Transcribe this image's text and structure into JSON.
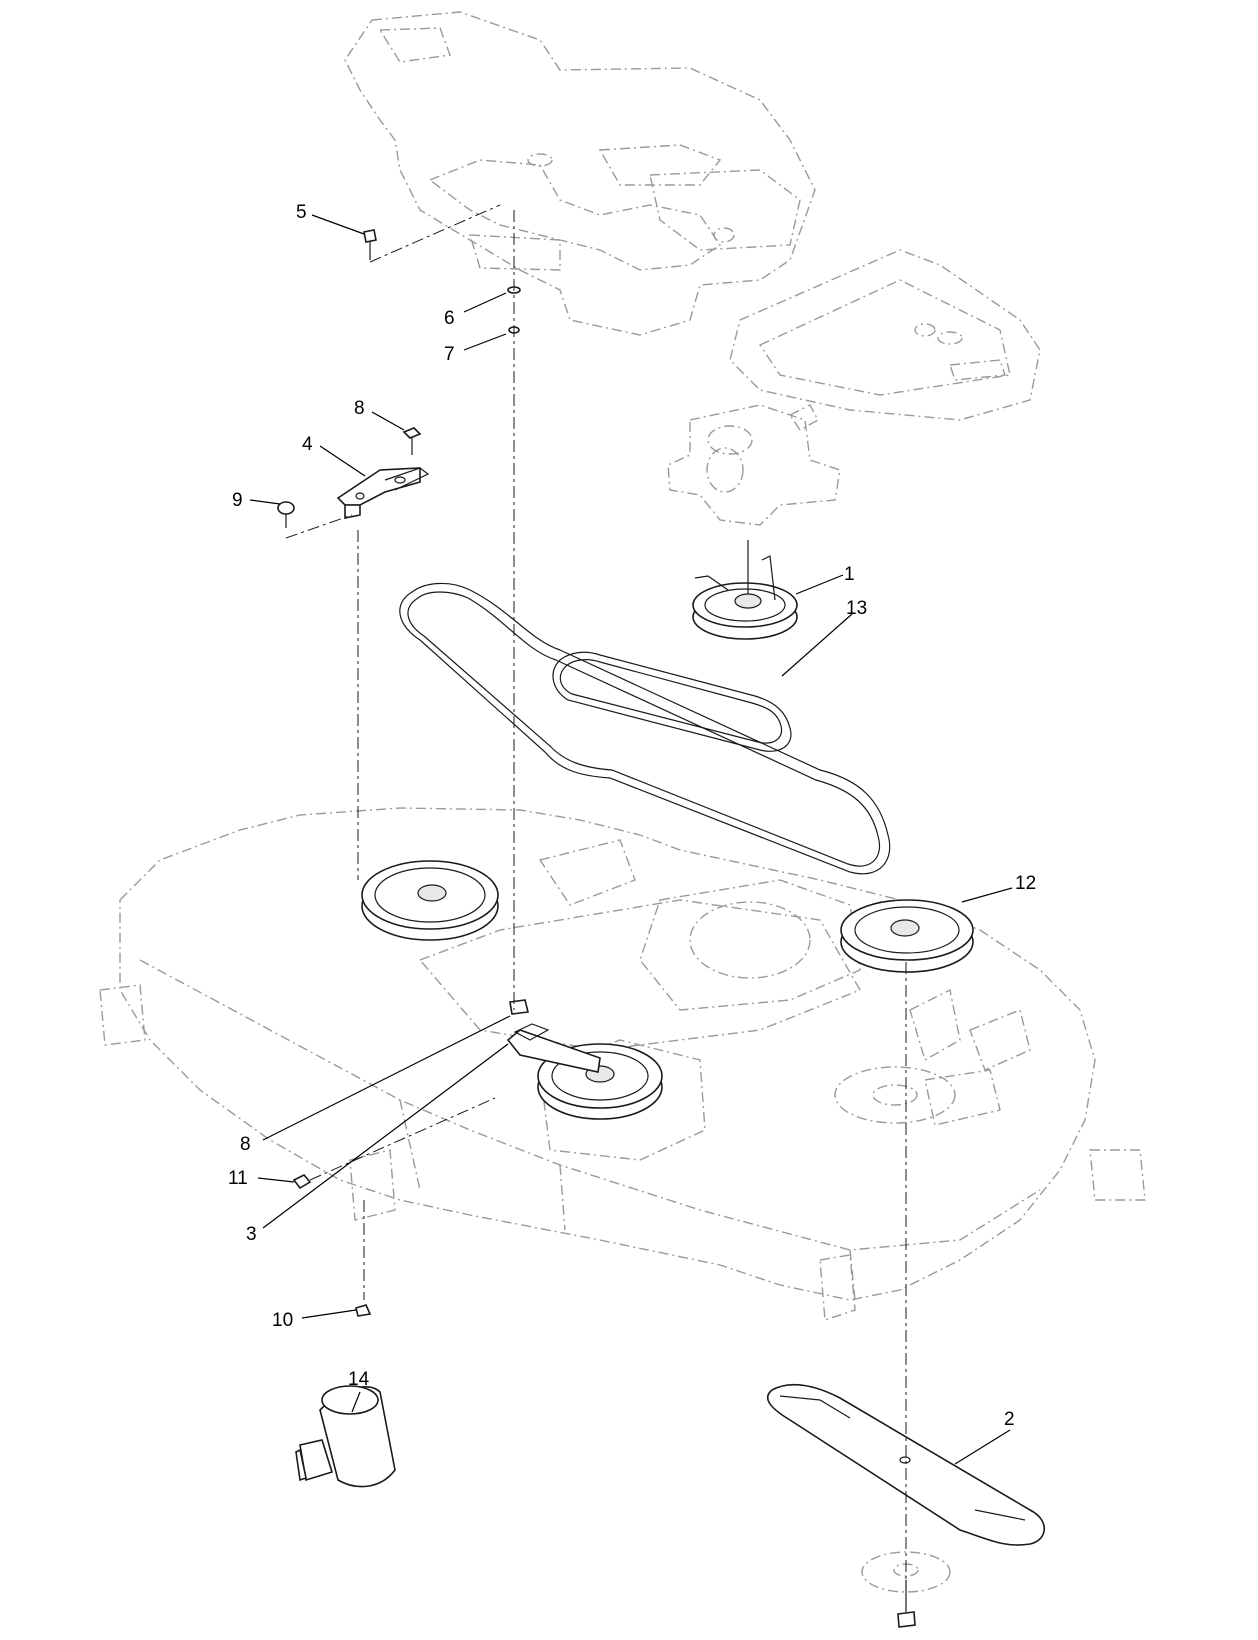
{
  "callouts": [
    {
      "id": "c5",
      "label": "5"
    },
    {
      "id": "c6",
      "label": "6"
    },
    {
      "id": "c7",
      "label": "7"
    },
    {
      "id": "c8a",
      "label": "8"
    },
    {
      "id": "c4",
      "label": "4"
    },
    {
      "id": "c9",
      "label": "9"
    },
    {
      "id": "c1",
      "label": "1"
    },
    {
      "id": "c13",
      "label": "13"
    },
    {
      "id": "c12",
      "label": "12"
    },
    {
      "id": "c8b",
      "label": "8"
    },
    {
      "id": "c11",
      "label": "11"
    },
    {
      "id": "c3",
      "label": "3"
    },
    {
      "id": "c10",
      "label": "10"
    },
    {
      "id": "c14",
      "label": "14"
    },
    {
      "id": "c2",
      "label": "2"
    }
  ]
}
